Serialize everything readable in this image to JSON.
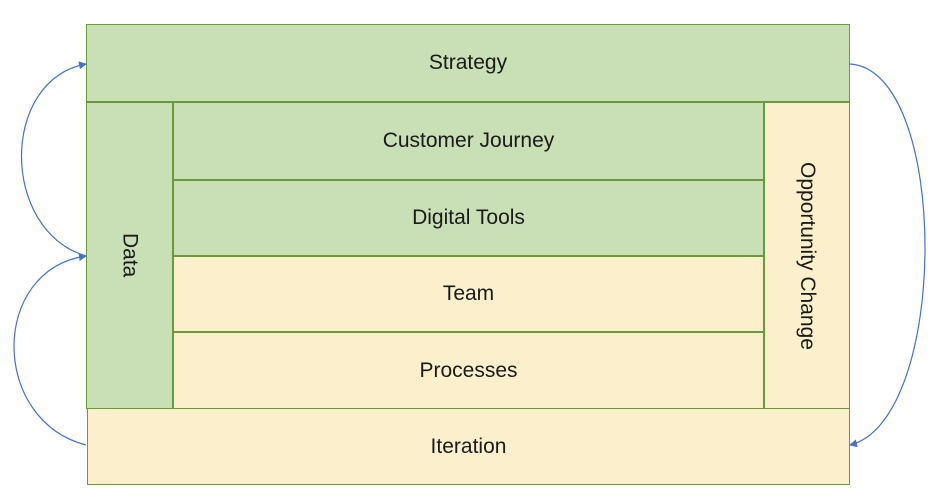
{
  "diagram": {
    "strategy": "Strategy",
    "data": "Data",
    "customer_journey": "Customer Journey",
    "digital_tools": "Digital Tools",
    "team": "Team",
    "processes": "Processes",
    "opportunity_change": "Opportunity Change",
    "iteration": "Iteration"
  },
  "colors": {
    "green_fill": "#c9dfb5",
    "cream_fill": "#fbefcc",
    "arrow": "#4472c4"
  }
}
